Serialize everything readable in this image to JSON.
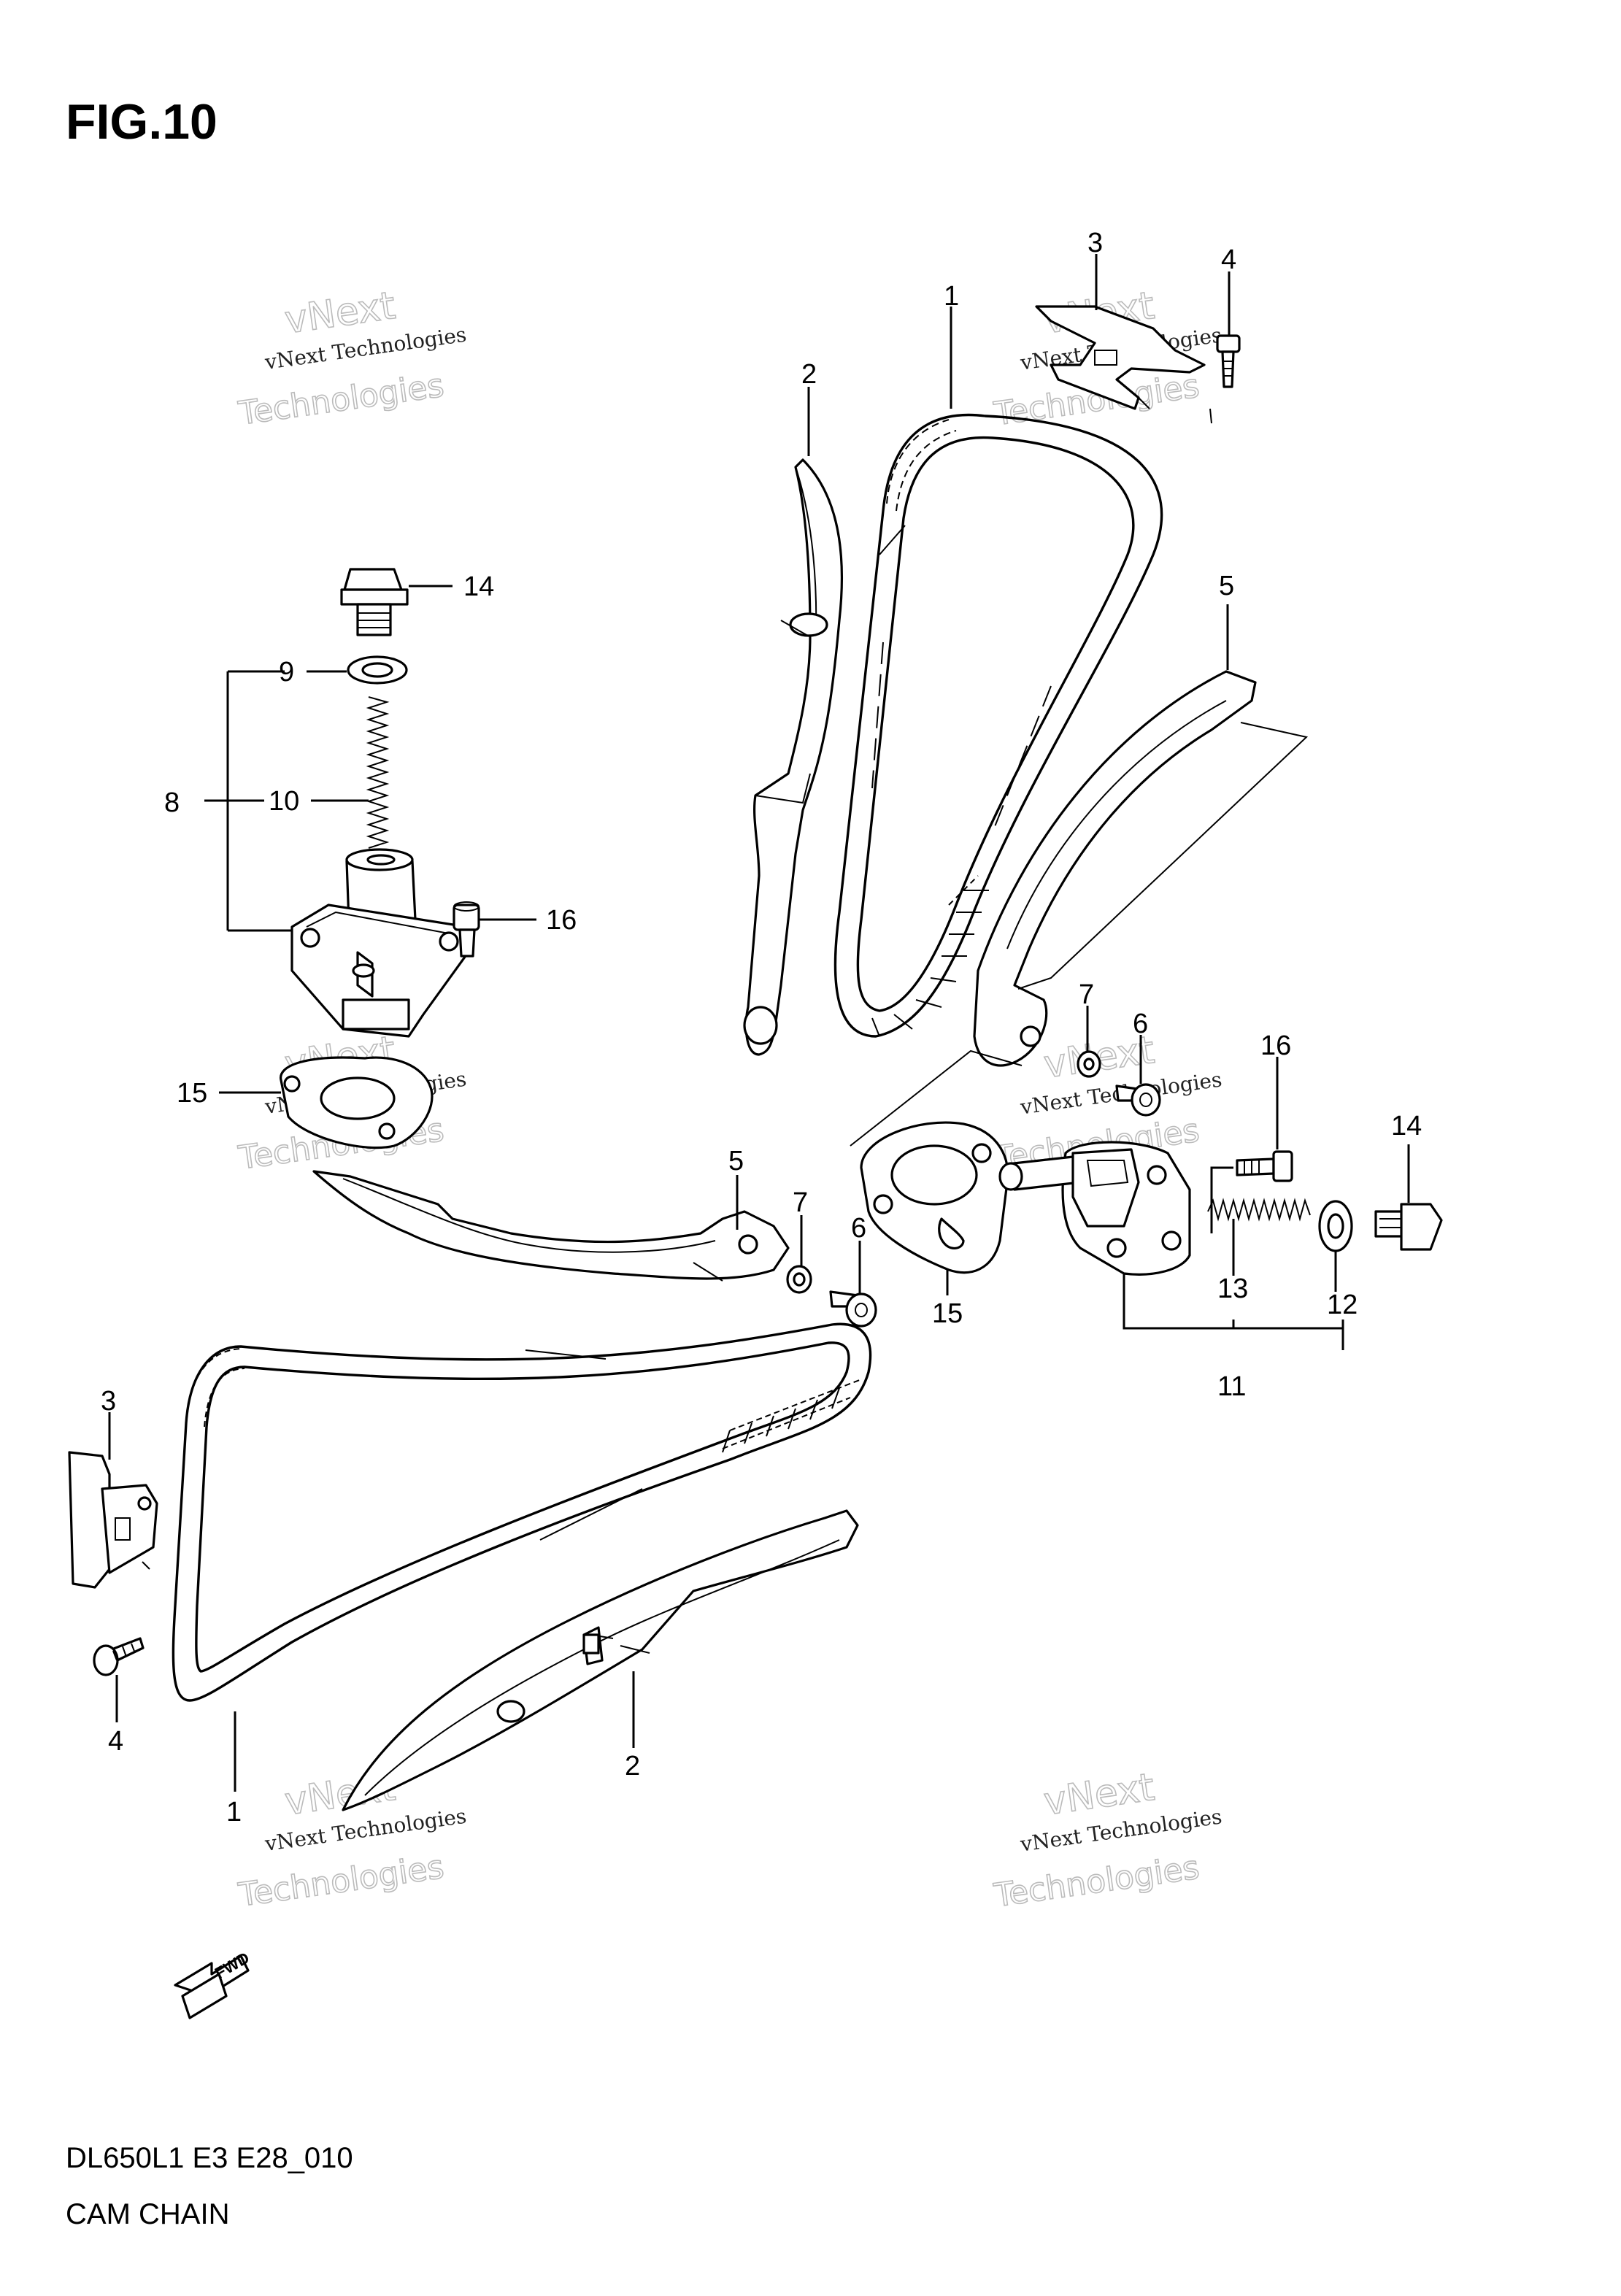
{
  "figure": {
    "title": "FIG.10",
    "model_code": "DL650L1 E3 E28_010",
    "diagram_name": "CAM CHAIN"
  },
  "watermark": {
    "line1": "vNext",
    "line2": "vNext Technologies",
    "line3": "Technologies"
  },
  "fwd_label": "FWD",
  "callouts": [
    "1",
    "2",
    "3",
    "4",
    "5",
    "6",
    "7",
    "8",
    "9",
    "10",
    "11",
    "12",
    "13",
    "14",
    "15",
    "16"
  ]
}
